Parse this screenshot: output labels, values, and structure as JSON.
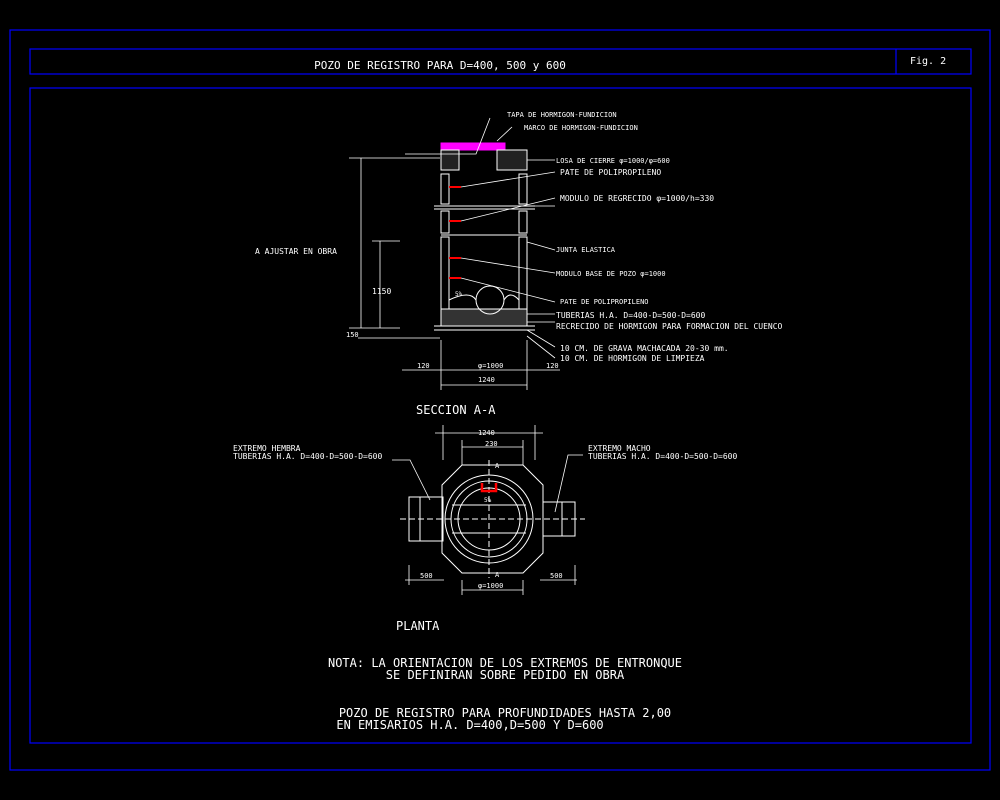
{
  "header": {
    "title": "POZO DE REGISTRO PARA D=400, 500 y 600",
    "fig": "Fig.  2"
  },
  "section": {
    "title": "SECCION  A-A",
    "labels": {
      "tapa": "TAPA DE HORMIGON-FUNDICION",
      "marco": "MARCO DE HORMIGON-FUNDICION",
      "losa": "LOSA DE CIERRE φ=1000/φ=600",
      "pate1": "PATE  DE  POLIPROPILENO",
      "modulo_regrecido": "MODULO  DE  REGRECIDO  φ=1000/h=330",
      "junta": "JUNTA ELASTICA",
      "modulo_base": "MODULO  BASE DE POZO φ=1000",
      "pate2": "PATE DE POLIPROPILENO",
      "tuberias": "TUBERIAS  H.A.  D=400-D=500-D=600",
      "recrecido": "RECRECIDO  DE HORMIGON  PARA  FORMACION  DEL  CUENCO",
      "grava": "10  CM.  DE  GRAVA  MACHACADA  20-30  mm.",
      "limpieza": "10  CM.  DE  HORMIGON  DE  LIMPIEZA",
      "ajustar": "A  AJUSTAR  EN  OBRA",
      "pct": "5%"
    },
    "dims": {
      "h1150": "1150",
      "h150": "150",
      "w120a": "120",
      "w120b": "120",
      "phi1000": "φ=1000",
      "w1240": "1240"
    }
  },
  "planta": {
    "title": "PLANTA",
    "hembra_l1": "EXTREMO  HEMBRA",
    "hembra_l2": "TUBERIAS  H.A.  D=400-D=500-D=600",
    "macho_l1": "EXTREMO  MACHO",
    "macho_l2": "TUBERIAS  H.A.  D=400-D=500-D=600",
    "dims": {
      "w1240": "1240",
      "w230": "230",
      "w500a": "500",
      "w500b": "500",
      "phi1000": "φ=1000",
      "secA_top": "A",
      "secA_bot": "A",
      "pct": "5%"
    }
  },
  "notes": {
    "nota_l1": "NOTA:  LA  ORIENTACION  DE  LOS  EXTREMOS  DE  ENTRONQUE",
    "nota_l2": "SE  DEFINIRAN  SOBRE  PEDIDO  EN  OBRA",
    "pozo_l1": "POZO  DE  REGISTRO  PARA  PROFUNDIDADES  HASTA  2,00",
    "pozo_l2": "EN  EMISARIOS  H.A.    D=400,D=500   Y  D=600"
  },
  "colors": {
    "frame": "#0000ff",
    "text": "#ffffff",
    "tapa": "#ff00ff",
    "pate": "#ff0000"
  }
}
